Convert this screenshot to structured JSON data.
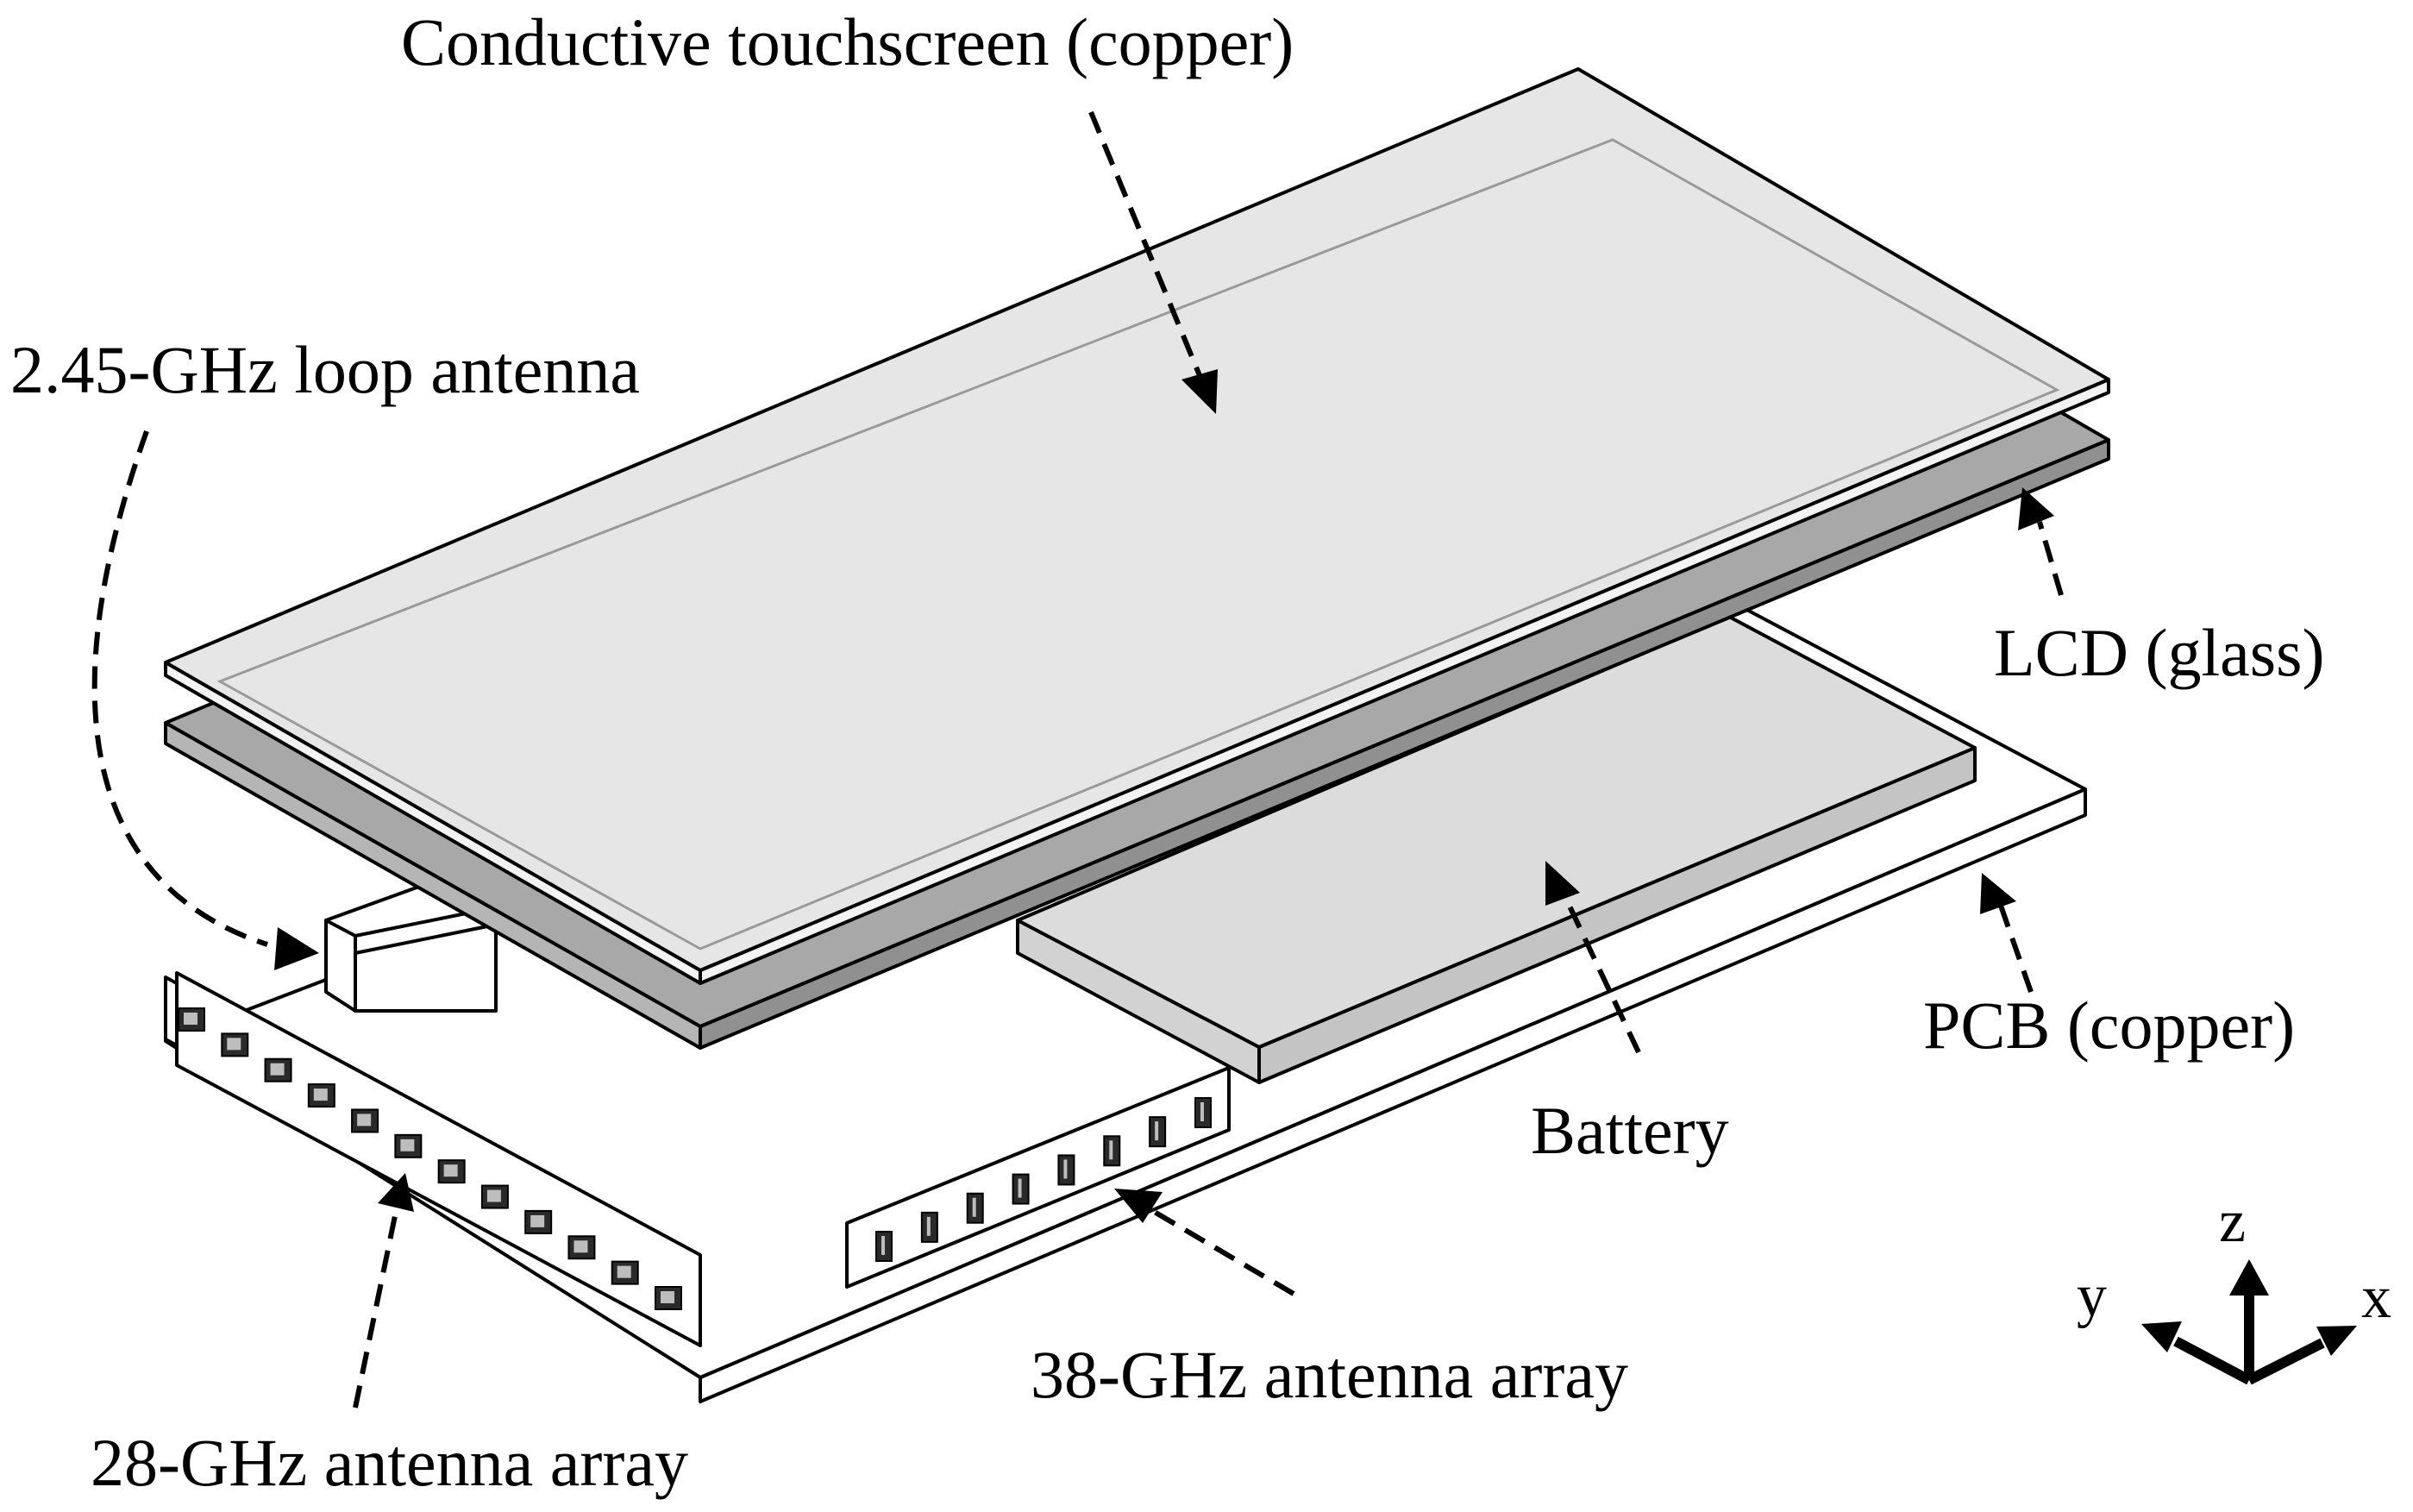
{
  "labels": {
    "touchscreen": "Conductive touchscreen (copper)",
    "loop_antenna": "2.45-GHz loop antenna",
    "lcd": "LCD (glass)",
    "pcb": "PCB (copper)",
    "battery": "Battery",
    "array_38": "38-GHz antenna array",
    "array_28": "28-GHz antenna array"
  },
  "axes": {
    "x": "x",
    "y": "y",
    "z": "z"
  },
  "colors": {
    "touchscreen_fill": "#e6e6e6",
    "lcd_fill": "#a8a8a8",
    "battery_fill": "#dcdcdc",
    "pcb_fill": "#ffffff",
    "line": "#000000"
  },
  "antenna_elements": {
    "array_28_count": 12,
    "array_38_count": 8
  }
}
